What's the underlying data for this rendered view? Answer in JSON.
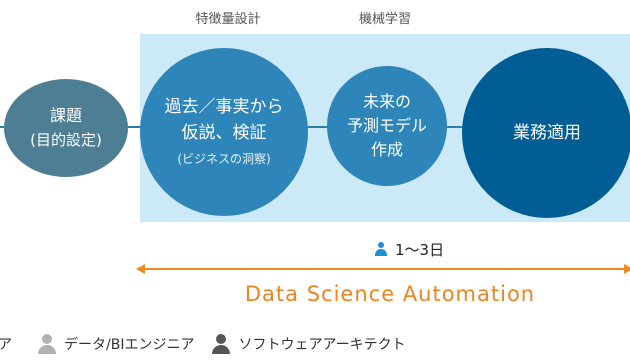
{
  "phase_labels": {
    "feature_design": "特徴量設計",
    "ml_learning": "機械学習"
  },
  "steps": {
    "kadai": {
      "title": "課題",
      "sub": "(目的設定)"
    },
    "kako": {
      "line1": "過去／事実から",
      "line2": "仮説、検証",
      "sub": "(ビジネスの洞察)"
    },
    "mirai": {
      "line1": "未来の",
      "line2": "予測モデル",
      "line3": "作成"
    },
    "gyomu": {
      "title": "業務適用"
    }
  },
  "duration": {
    "icon": "person-icon",
    "text": "1〜3日"
  },
  "dsa_label": "Data Science Automation",
  "legend": [
    {
      "label": "ア",
      "icon": "person-icon",
      "color": "#b0b0b0"
    },
    {
      "label": "データ/BIエンジニア",
      "icon": "person-icon",
      "color": "#b0b0b0"
    },
    {
      "label": "ソフトウェアアーキテクト",
      "icon": "person-icon",
      "color": "#555555"
    }
  ],
  "colors": {
    "band": "#cce9f7",
    "kadai": "#4d7e93",
    "mid_blue": "#2d85b9",
    "dark_blue": "#005e94",
    "accent_orange": "#f08a24",
    "person_blue": "#1f8fd6"
  }
}
